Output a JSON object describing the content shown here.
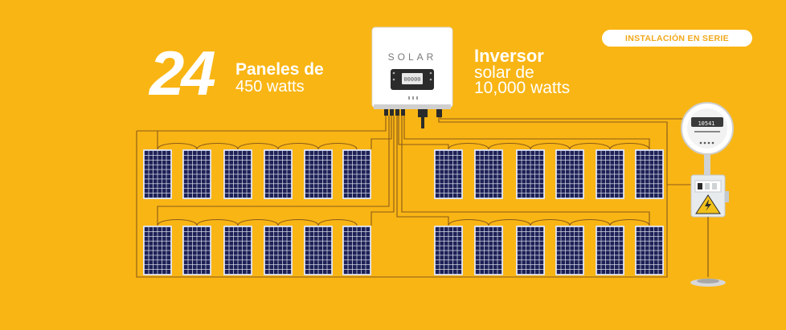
{
  "badge": {
    "label": "INSTALACIÓN EN SERIE"
  },
  "panels": {
    "count": "24",
    "title": "Paneles de",
    "subtitle": "450 watts"
  },
  "inverter": {
    "title": "Inversor",
    "line1": "solar de",
    "line2": "10,000 watts",
    "brand": "SOLAR",
    "lcd": "00000"
  },
  "meter": {
    "reading": "10541"
  },
  "colors": {
    "background": "#F9B514",
    "wire": "#8a5a1a",
    "panel_cell": "#1d2157",
    "panel_frame": "#e3e5ef",
    "inverter_body": "#ffffff",
    "accent_orange": "#F2A81B"
  },
  "icons": [
    "solar-panel-icon",
    "inverter-icon",
    "electric-meter-icon",
    "breaker-box-icon",
    "ground-rod-icon",
    "lightning-bolt-icon"
  ]
}
